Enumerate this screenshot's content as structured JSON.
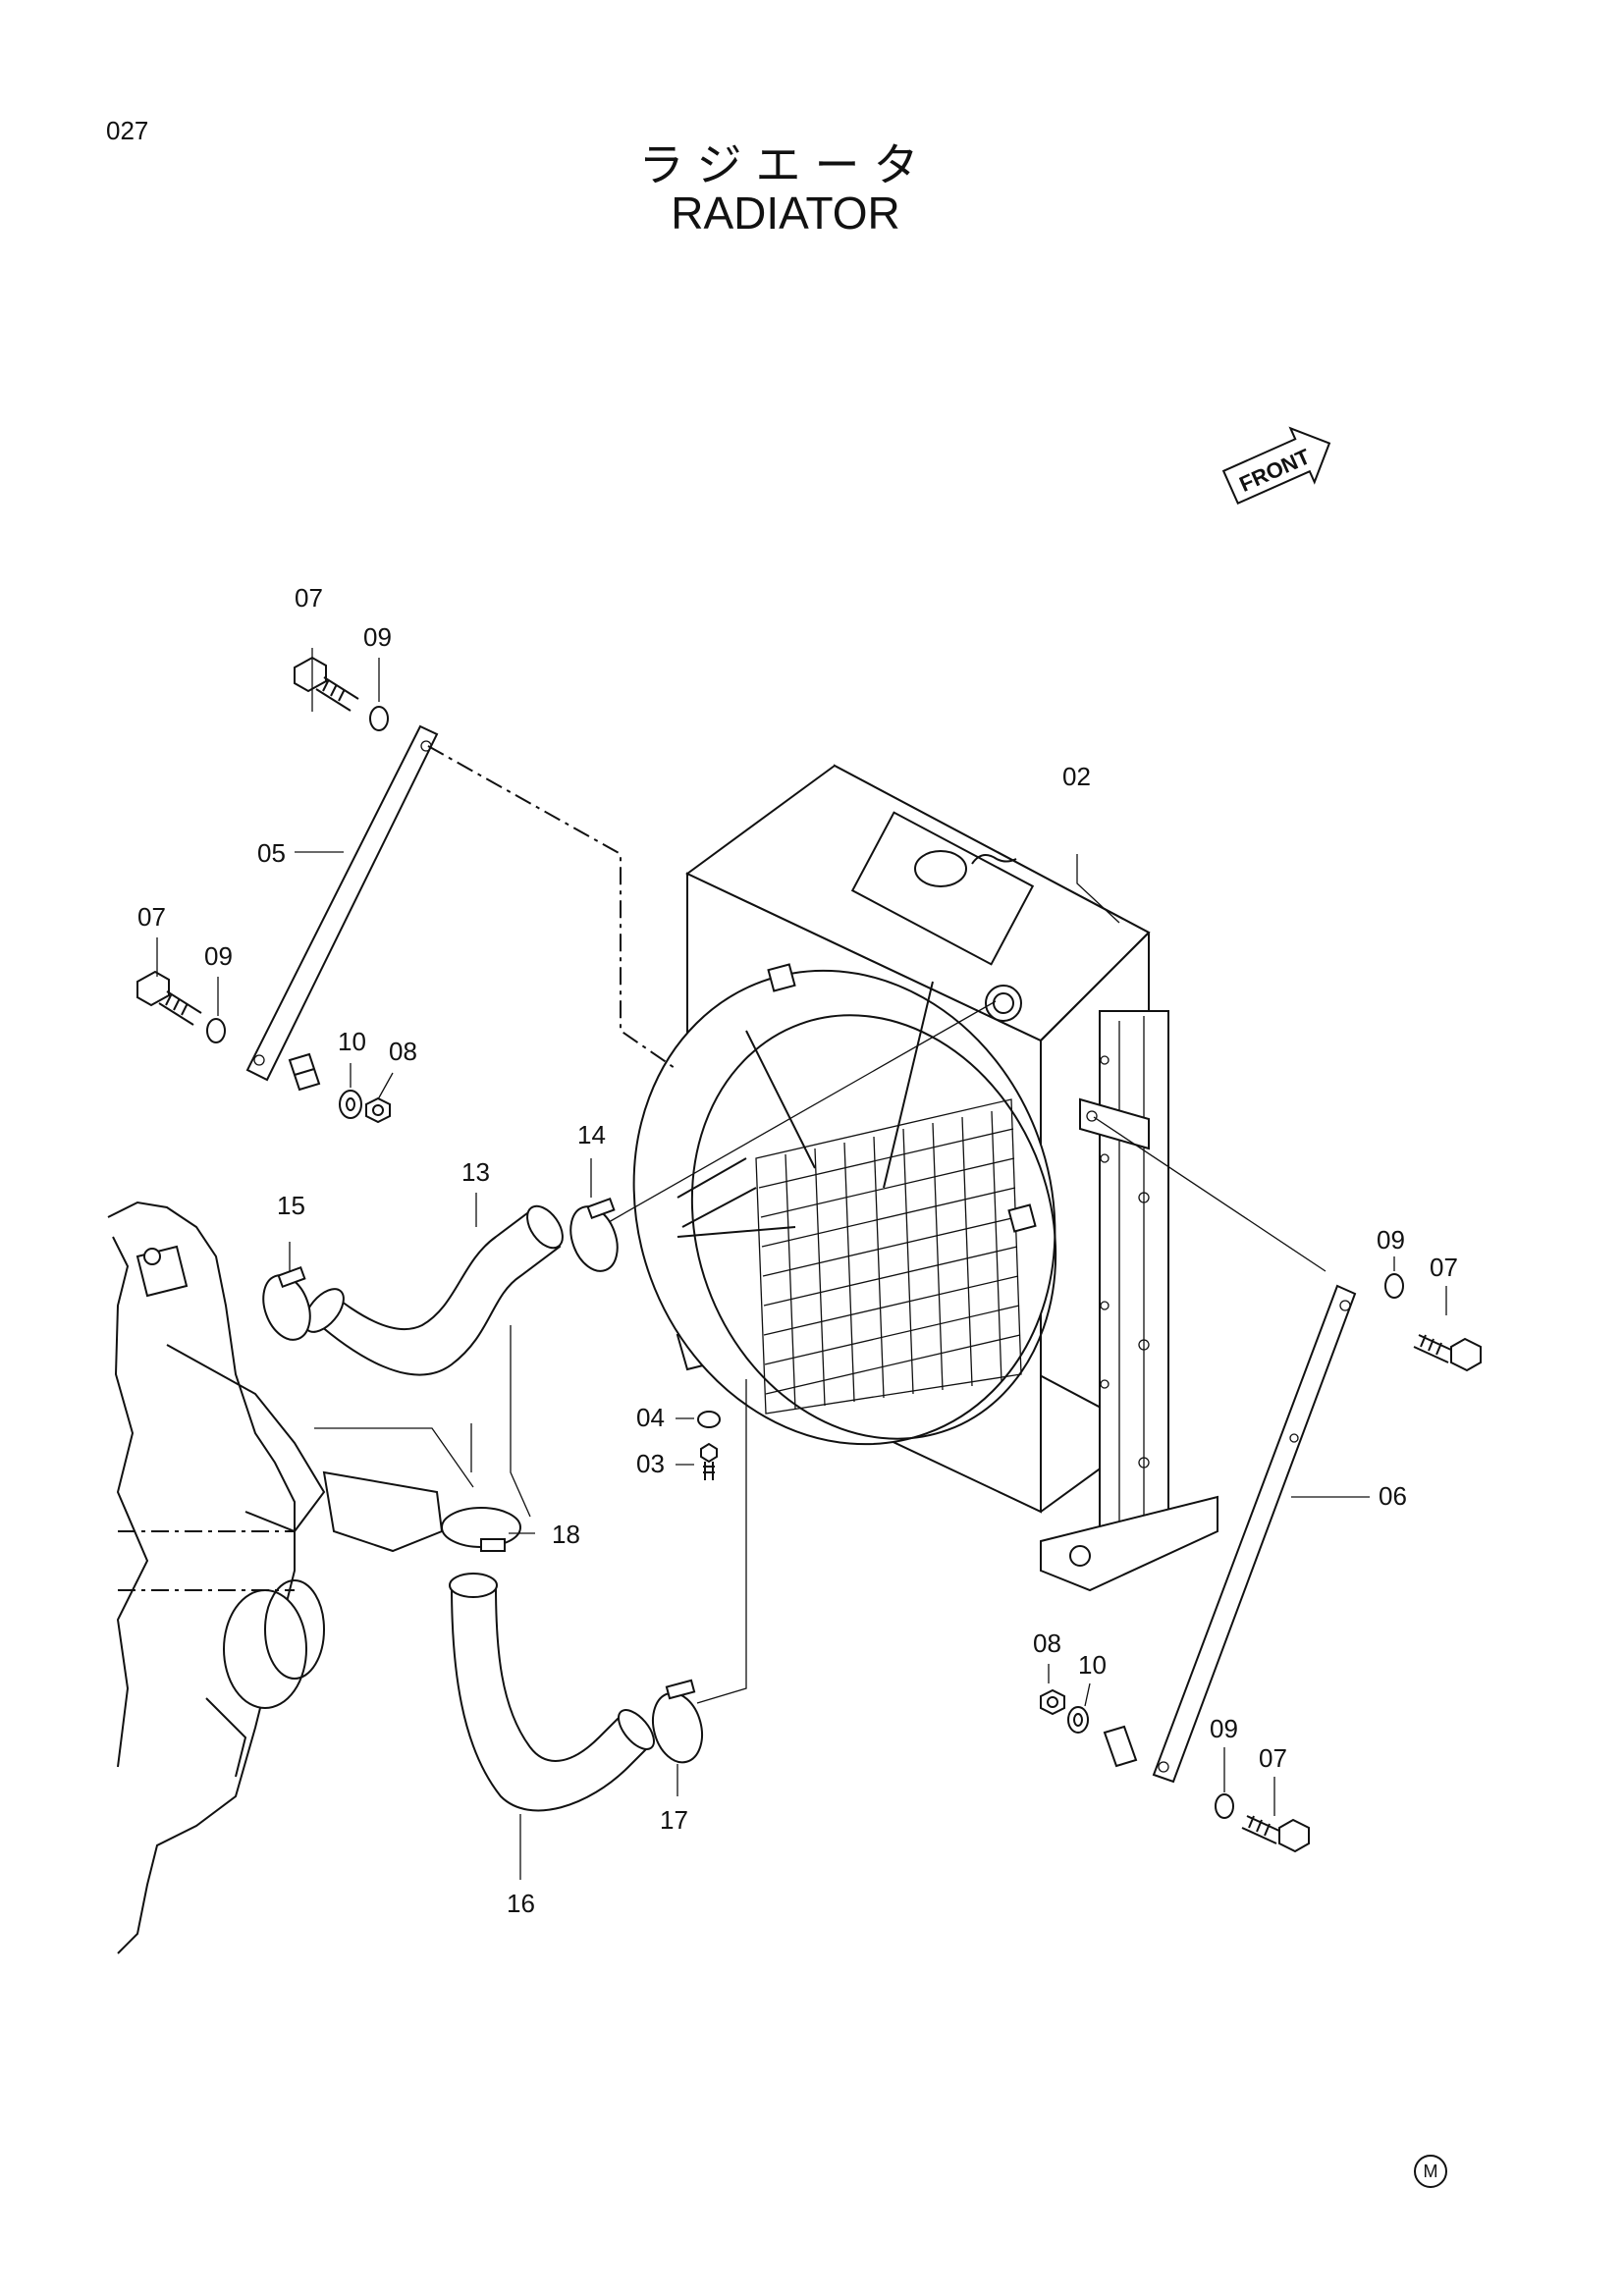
{
  "page": {
    "number": "027"
  },
  "title": {
    "japanese": "ラジエータ",
    "english": "RADIATOR"
  },
  "front_indicator": "FRONT",
  "callouts": [
    {
      "id": "c07a",
      "label": "07"
    },
    {
      "id": "c09a",
      "label": "09"
    },
    {
      "id": "c05",
      "label": "05"
    },
    {
      "id": "c07b",
      "label": "07"
    },
    {
      "id": "c09b",
      "label": "09"
    },
    {
      "id": "c10a",
      "label": "10"
    },
    {
      "id": "c08a",
      "label": "08"
    },
    {
      "id": "c02",
      "label": "02"
    },
    {
      "id": "c14",
      "label": "14"
    },
    {
      "id": "c13",
      "label": "13"
    },
    {
      "id": "c15",
      "label": "15"
    },
    {
      "id": "c04",
      "label": "04"
    },
    {
      "id": "c03",
      "label": "03"
    },
    {
      "id": "c18",
      "label": "18"
    },
    {
      "id": "c09c",
      "label": "09"
    },
    {
      "id": "c07c",
      "label": "07"
    },
    {
      "id": "c06",
      "label": "06"
    },
    {
      "id": "c08b",
      "label": "08"
    },
    {
      "id": "c10b",
      "label": "10"
    },
    {
      "id": "c09d",
      "label": "09"
    },
    {
      "id": "c07d",
      "label": "07"
    },
    {
      "id": "c17",
      "label": "17"
    },
    {
      "id": "c16",
      "label": "16"
    }
  ],
  "footer_mark": "M"
}
